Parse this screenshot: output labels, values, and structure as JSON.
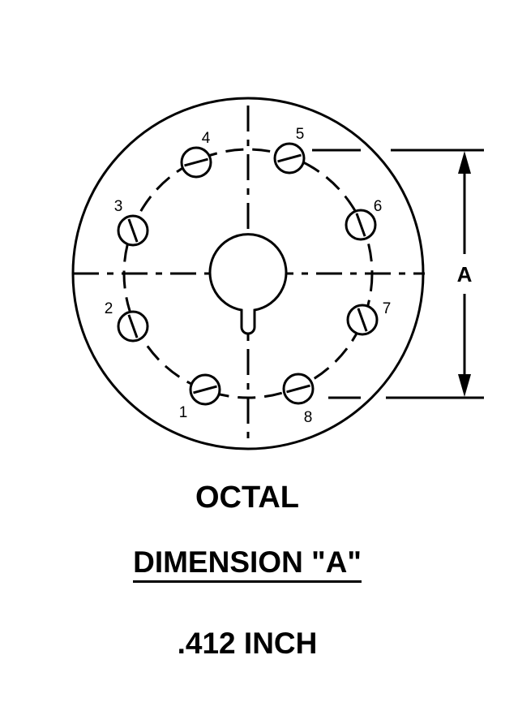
{
  "figure": {
    "pins": [
      {
        "label": "1"
      },
      {
        "label": "2"
      },
      {
        "label": "3"
      },
      {
        "label": "4"
      },
      {
        "label": "5"
      },
      {
        "label": "6"
      },
      {
        "label": "7"
      },
      {
        "label": "8"
      }
    ],
    "dimension_letter": "A"
  },
  "captions": {
    "base_type": "OCTAL",
    "dimension_title": "DIMENSION \"A\"",
    "dimension_value": ".412 INCH"
  }
}
